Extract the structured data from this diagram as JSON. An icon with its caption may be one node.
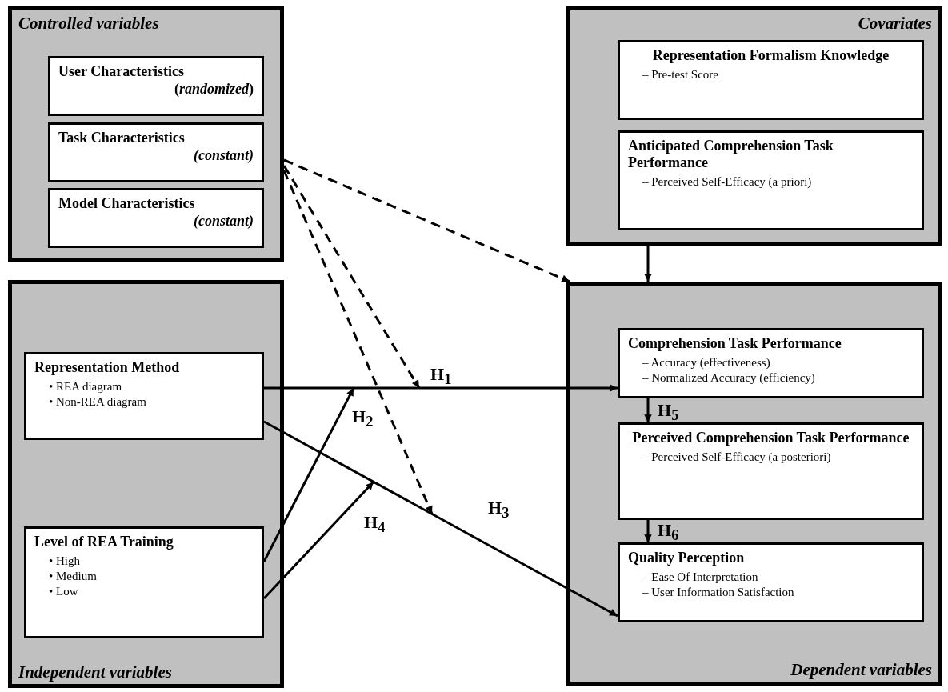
{
  "diagram": {
    "nodes": [
      {
        "text": [
          "Controlled variables"
        ]
      },
      {
        "text": [
          "User Characteristics",
          "(*randomized*)"
        ],
        "in": 0
      },
      {
        "text": [
          "Task Characteristics",
          "(constant)"
        ],
        "in": 0
      },
      {
        "text": [
          "Model Characteristics",
          "(constant)"
        ],
        "in": 0
      },
      {
        "text": [
          "Covariates"
        ]
      },
      {
        "text": [
          "Representation Formalism Knowledge",
          "– Pre-test Score"
        ],
        "in": 4
      },
      {
        "text": [
          "Anticipated Comprehension Task Performance",
          "– Perceived Self-Efficacy (a priori)"
        ],
        "in": 4
      },
      {
        "text": [
          "Independent variables"
        ]
      },
      {
        "text": [
          "Representation Method",
          "• REA diagram",
          "• Non-REA diagram"
        ],
        "in": 7
      },
      {
        "text": [
          "Level of REA Training",
          "• High",
          "• Medium",
          "• Low"
        ],
        "in": 7
      },
      {
        "text": [
          "Dependent variables"
        ]
      },
      {
        "text": [
          "Comprehension Task Performance",
          "– Accuracy (effectiveness)",
          "– Normalized Accuracy (efficiency)"
        ],
        "in": 10
      },
      {
        "text": [
          "Perceived Comprehension Task Performance",
          "– Perceived Self-Efficacy (a posteriori)"
        ],
        "in": 10
      },
      {
        "text": [
          "Quality Perception",
          "– Ease Of Interpretation",
          "– User Information Satisfaction"
        ],
        "in": 10
      }
    ],
    "edges": [
      {
        "from": 4,
        "to": 10,
        "arrow": "to"
      },
      {
        "from": 8,
        "to": 11,
        "arrow": "to",
        "label": "H$_{1}$"
      },
      {
        "from": 9,
        "to": null,
        "arrow": "to",
        "label": "H$_{2}$"
      },
      {
        "from": 8,
        "to": 13,
        "arrow": "to",
        "label": "H$_{3}$"
      },
      {
        "from": 9,
        "to": null,
        "arrow": "to",
        "label": "H$_{4}$"
      },
      {
        "from": 11,
        "to": 12,
        "arrow": "to",
        "label": "H$_{5}$"
      },
      {
        "from": 12,
        "to": 13,
        "arrow": "to",
        "label": "H$_{6}$"
      },
      {
        "from": 0,
        "to": null,
        "arrow": "to",
        "style": "dashed"
      },
      {
        "from": 0,
        "to": null,
        "arrow": "to",
        "style": "dashed"
      },
      {
        "from": 0,
        "to": 10,
        "arrow": "to",
        "style": "dashed"
      }
    ]
  }
}
